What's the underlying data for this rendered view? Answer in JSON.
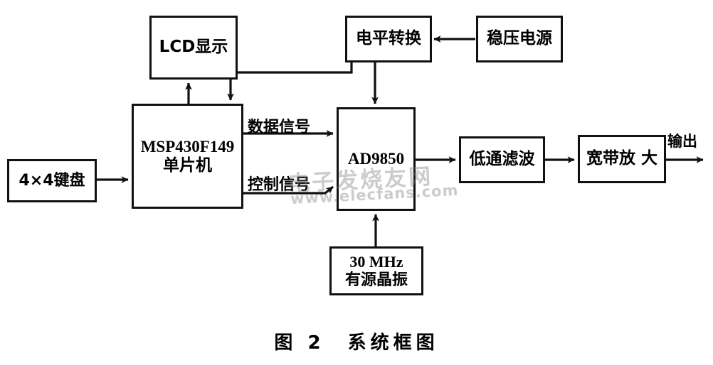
{
  "figure": {
    "caption": "图 2　系统框图",
    "watermark_cn": "电子发烧友网",
    "watermark_url": "www.elecfans.com"
  },
  "blocks": {
    "keypad": {
      "line1": "4×4键盘"
    },
    "lcd": {
      "line1": "LCD显示"
    },
    "mcu": {
      "line1": "MSP430F149",
      "line2": "单片机"
    },
    "level_shifter": {
      "line1": "电平转换"
    },
    "regulated_supply": {
      "line1": "稳压电源"
    },
    "dds": {
      "line1": "AD9850"
    },
    "crystal": {
      "line1": "30 MHz",
      "line2": "有源晶振"
    },
    "lowpass": {
      "line1": "低通滤波"
    },
    "amplifier": {
      "line1": "宽带放 大"
    }
  },
  "edge_labels": {
    "data_signal": "数据信号",
    "control_signal": "控制信号",
    "output": "输出"
  }
}
